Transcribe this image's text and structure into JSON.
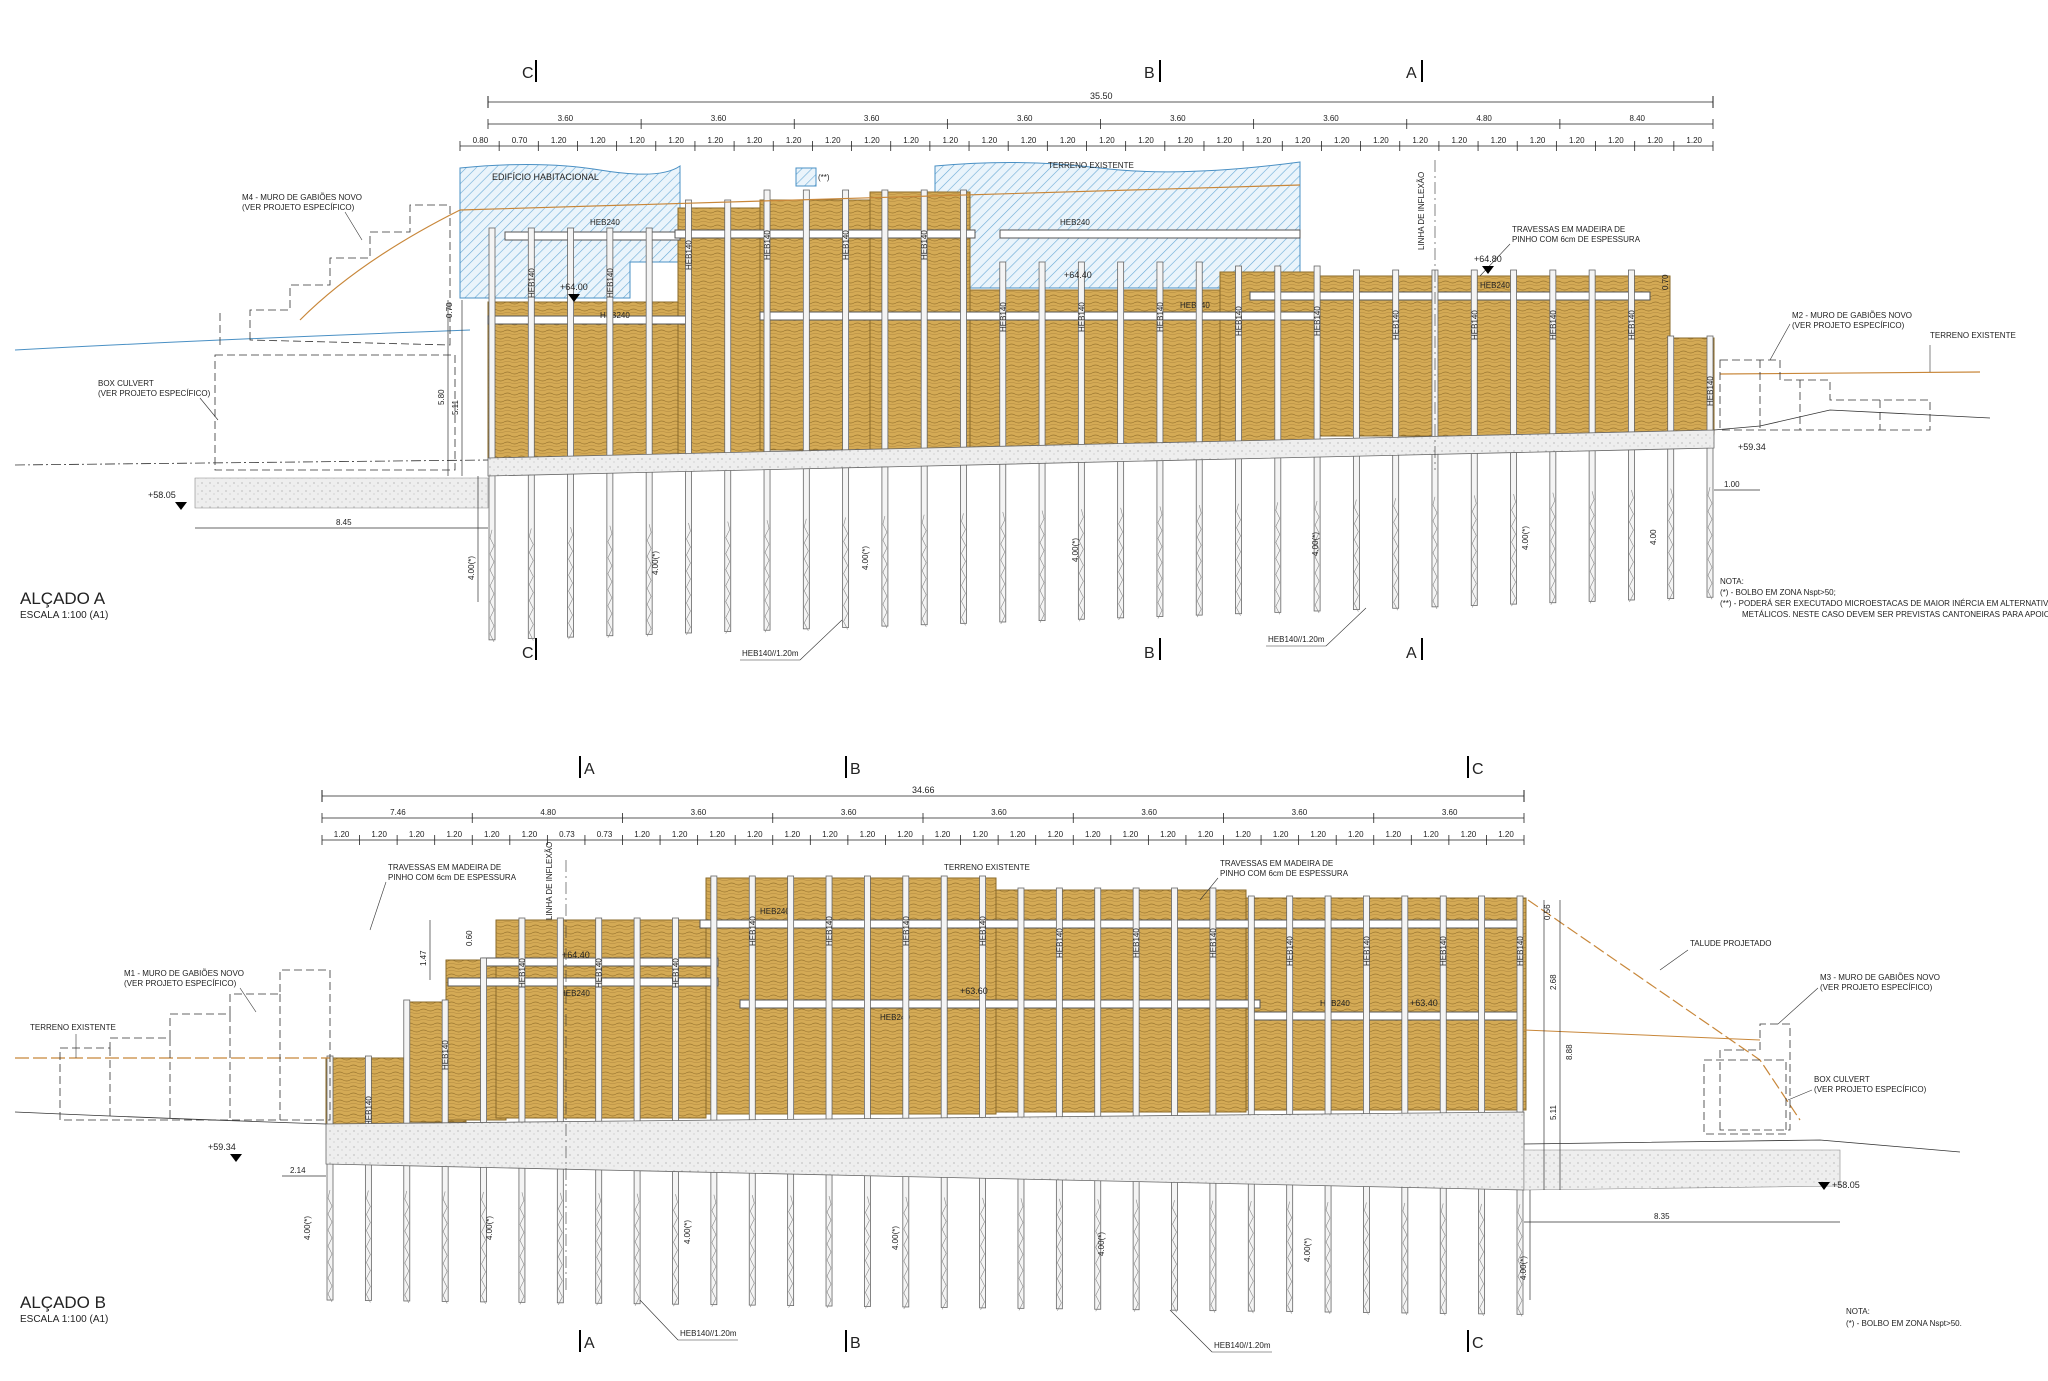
{
  "elevation_a": {
    "title": "ALÇADO A",
    "scale": "ESCALA 1:100 (A1)",
    "sections": [
      "C",
      "B",
      "A"
    ],
    "total_dim": "35.50",
    "group_dims": [
      "3.60",
      "3.60",
      "3.60",
      "3.60",
      "3.60",
      "3.60",
      "4.80",
      "8.40"
    ],
    "module_dims": [
      "0.80",
      "0.70",
      "1.20",
      "1.20",
      "1.20",
      "1.20",
      "1.20",
      "1.20",
      "1.20",
      "1.20",
      "1.20",
      "1.20",
      "1.20",
      "1.20",
      "1.20",
      "1.20",
      "1.20",
      "1.20",
      "1.20",
      "1.20",
      "1.20",
      "1.20",
      "1.20",
      "1.20",
      "1.20",
      "1.20",
      "1.20",
      "1.20",
      "1.20",
      "1.20",
      "1.20",
      "1.20"
    ],
    "labels": {
      "edificio": "EDIFÍCIO HABITACIONAL",
      "terreno_existente": "TERRENO EXISTENTE",
      "terreno_existente_right": "TERRENO EXISTENTE",
      "m4": "M4 - MURO DE GABIÕES NOVO",
      "m4_ref": "(VER PROJETO ESPECÍFICO)",
      "m2": "M2 - MURO DE GABIÕES NOVO",
      "m2_ref": "(VER PROJETO ESPECÍFICO)",
      "box": "BOX CULVERT",
      "box_ref": "(VER PROJETO ESPECÍFICO)",
      "travessas_1": "TRAVESSAS EM MADEIRA DE",
      "travessas_2": "PINHO COM 6cm DE ESPESSURA",
      "linha": "LINHA DE INFLEXÃO",
      "beam": "HEB240",
      "post": "HEB140",
      "pile_spec_1": "HEB140//1.20m",
      "pile_spec_2": "HEB140//1.20m",
      "star": "(**)"
    },
    "levels": {
      "left_top": "+64.00",
      "right_top": "+64.80",
      "mid": "+64.40",
      "base_left": "+58.05",
      "base_right": "+59.34"
    },
    "dims": {
      "h1": "5.80",
      "h2": "5.11",
      "bottom": "8.45",
      "right": "1.00",
      "pile_len": "4.00(*)",
      "top_small_1": "0.70",
      "top_small_2": "0.70",
      "right_pile": "4.00"
    },
    "notes": {
      "title": "NOTA:",
      "n1": "(*) - BOLBO EM ZONA Nspt>50;",
      "n2": "(**) - PODERÁ SER EXECUTADO MICROESTACAS DE MAIOR INÉRCIA EM ALTERNATIVA AOS PERFIS",
      "n3": "METÁLICOS. NESTE CASO DEVEM SER PREVISTAS CANTONEIRAS PARA APOIO DE TABUADO;"
    }
  },
  "elevation_b": {
    "title": "ALÇADO B",
    "scale": "ESCALA 1:100 (A1)",
    "sections": [
      "A",
      "B",
      "C"
    ],
    "total_dim": "34.66",
    "group_dims": [
      "7.46",
      "4.80",
      "3.60",
      "3.60",
      "3.60",
      "3.60",
      "3.60",
      "3.60"
    ],
    "module_dims": [
      "1.20",
      "1.20",
      "1.20",
      "1.20",
      "1.20",
      "1.20",
      "0.73",
      "0.73",
      "1.20",
      "1.20",
      "1.20",
      "1.20",
      "1.20",
      "1.20",
      "1.20",
      "1.20",
      "1.20",
      "1.20",
      "1.20",
      "1.20",
      "1.20",
      "1.20",
      "1.20",
      "1.20",
      "1.20",
      "1.20",
      "1.20",
      "1.20",
      "1.20",
      "1.20",
      "1.20",
      "1.20"
    ],
    "labels": {
      "travessas_1": "TRAVESSAS EM MADEIRA DE",
      "travessas_2": "PINHO COM 6cm DE ESPESSURA",
      "travessas_r1": "TRAVESSAS EM MADEIRA DE",
      "travessas_r2": "PINHO COM 6cm DE ESPESSURA",
      "linha": "LINHA DE INFLEXÃO",
      "terreno_existente": "TERRENO EXISTENTE",
      "terreno_left": "TERRENO EXISTENTE",
      "talude": "TALUDE PROJETADO",
      "m1": "M1 - MURO DE GABIÕES NOVO",
      "m1_ref": "(VER PROJETO ESPECÍFICO)",
      "m3": "M3 - MURO DE GABIÕES NOVO",
      "m3_ref": "(VER PROJETO ESPECÍFICO)",
      "box": "BOX CULVERT",
      "box_ref": "(VER PROJETO ESPECÍFICO)",
      "beam": "HEB240",
      "post": "HEB140",
      "pile_spec_1": "HEB140//1.20m",
      "pile_spec_2": "HEB140//1.20m"
    },
    "levels": {
      "base_left": "+59.34",
      "base_right": "+58.05",
      "lvl1": "+64.40",
      "lvl2": "+63.60",
      "lvl3": "+63.40"
    },
    "dims": {
      "h1": "2.68",
      "h2": "8.88",
      "h3": "5.11",
      "right": "8.35",
      "left": "2.14",
      "pile_len": "4.00(*)",
      "small_1": "1.47",
      "small_2": "0.60",
      "top_small": "0.56"
    },
    "notes": {
      "title": "NOTA:",
      "n1": "(*) - BOLBO EM ZONA Nspt>50."
    }
  },
  "colors": {
    "timber": "#d4aa55",
    "timber_dark": "#8a6a2a",
    "building_hatch": "#6aaad6",
    "steel": "#777777",
    "terrain": "#c8873a",
    "line": "#333333"
  }
}
